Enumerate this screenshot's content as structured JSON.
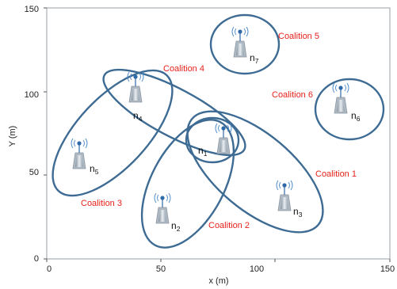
{
  "colors": {
    "ellipse_stroke": "#3d6b93",
    "coalition_text": "#e8221b",
    "device_body": "#9aa8b4",
    "antenna_head": "#2f6aa8",
    "antenna_waves": "#4a88c8"
  },
  "axes": {
    "xlabel": "x (m)",
    "ylabel": "Y (m)",
    "xticks": [
      "0",
      "50",
      "100",
      "150"
    ],
    "yticks": [
      "0",
      "50",
      "100",
      "150"
    ],
    "xlim": [
      0,
      150
    ],
    "ylim": [
      0,
      150
    ]
  },
  "nodes": [
    {
      "base": "n",
      "sub": "1"
    },
    {
      "base": "n",
      "sub": "2"
    },
    {
      "base": "n",
      "sub": "3"
    },
    {
      "base": "n",
      "sub": "4"
    },
    {
      "base": "n",
      "sub": "5"
    },
    {
      "base": "n",
      "sub": "6"
    },
    {
      "base": "n",
      "sub": "7"
    }
  ],
  "coalitions": [
    {
      "label": "Coalition 1"
    },
    {
      "label": "Coalition 2"
    },
    {
      "label": "Coalition 3"
    },
    {
      "label": "Coalition 4"
    },
    {
      "label": "Coalition 5"
    },
    {
      "label": "Coalition 6"
    }
  ]
}
